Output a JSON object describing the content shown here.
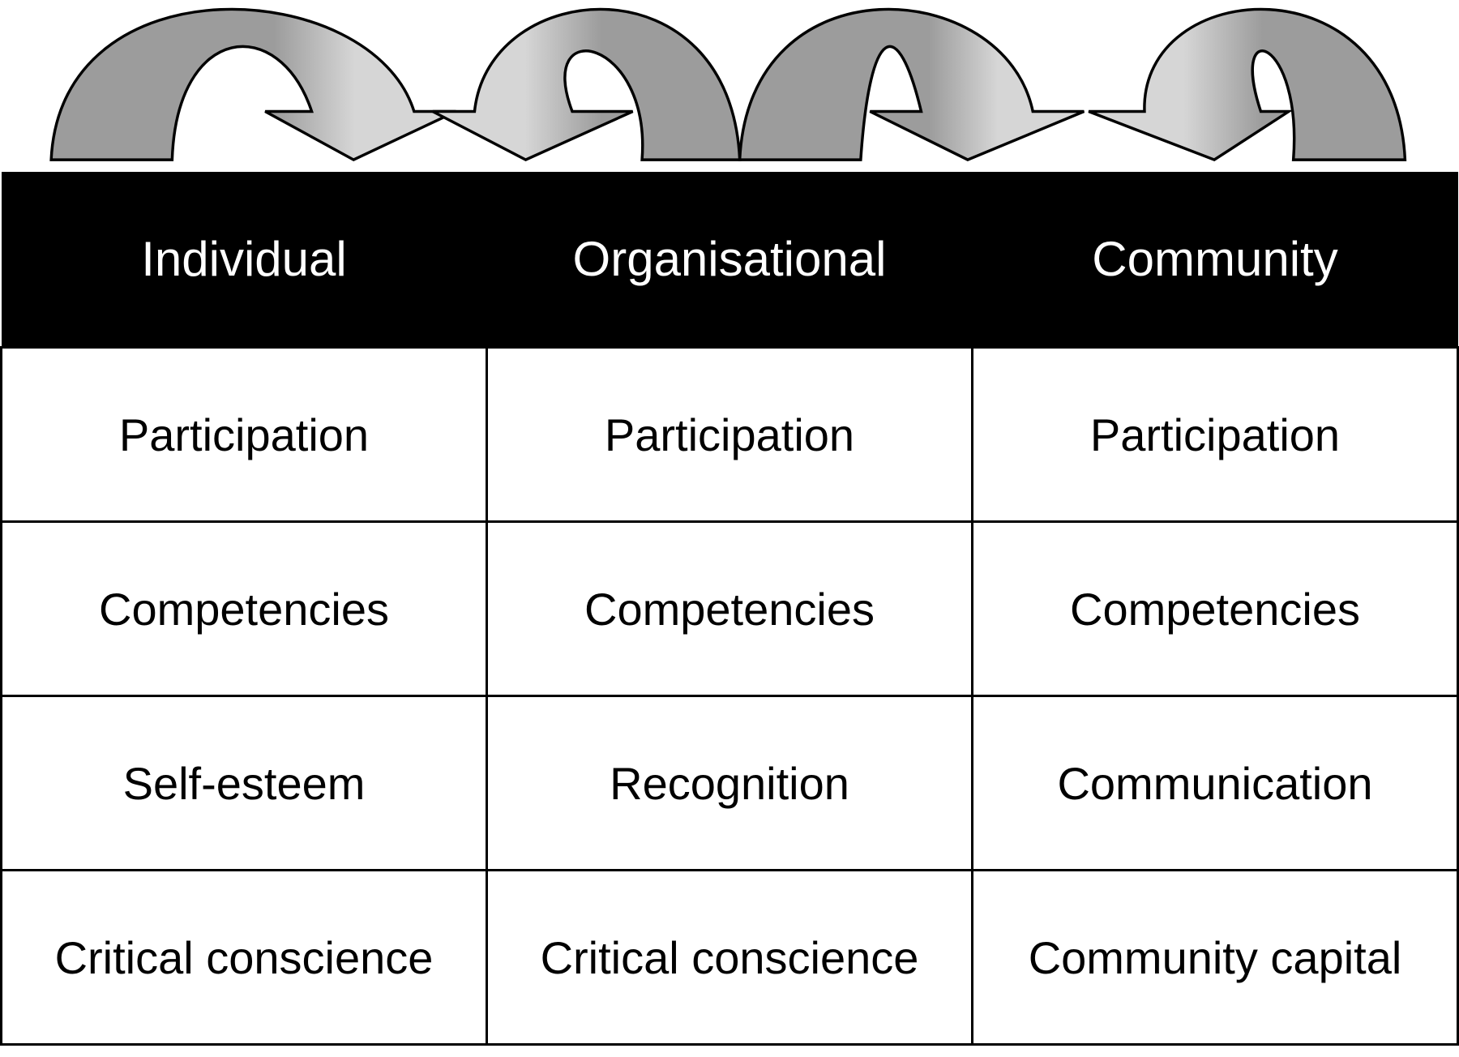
{
  "headers": [
    "Individual",
    "Organisational",
    "Community"
  ],
  "rows": [
    [
      "Participation",
      "Participation",
      "Participation"
    ],
    [
      "Competencies",
      "Competencies",
      "Competencies"
    ],
    [
      "Self-esteem",
      "Recognition",
      "Communication"
    ],
    [
      "Critical conscience",
      "Critical conscience",
      "Community capital"
    ]
  ],
  "colors": {
    "dark_arrow": "#9c9c9c",
    "light_arrow": "#d6d6d6",
    "header_bg": "#000000"
  }
}
